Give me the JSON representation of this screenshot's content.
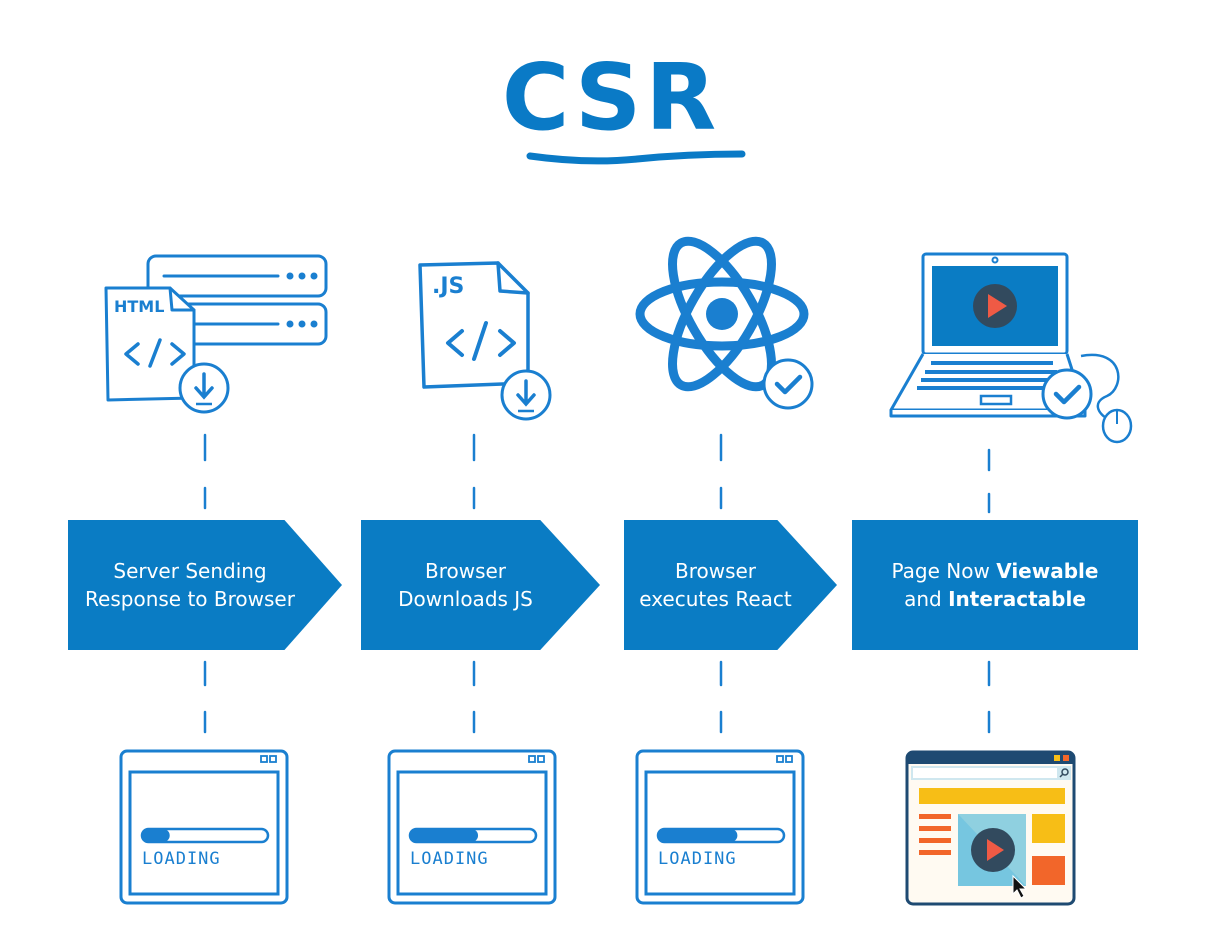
{
  "title": "CSR",
  "colors": {
    "primary": "#0a7cc4",
    "icon_stroke": "#1a7fd0",
    "play_dark": "#324a5e",
    "play_red": "#ef5a45",
    "yellow": "#f7be16",
    "orange": "#f2662a",
    "light_blue": "#8fd0e0"
  },
  "steps": [
    {
      "id": "server",
      "label_line1": "Server Sending",
      "label_line2": "Response to Browser",
      "icon": "html-file-server-download-icon",
      "icon_file_label": "HTML",
      "result": {
        "type": "loading",
        "label": "LOADING",
        "progress": 0.22
      }
    },
    {
      "id": "download-js",
      "label_line1": "Browser",
      "label_line2": "Downloads JS",
      "icon": "js-file-download-icon",
      "icon_file_label": ".JS",
      "result": {
        "type": "loading",
        "label": "LOADING",
        "progress": 0.54
      }
    },
    {
      "id": "execute-react",
      "label_line1": "Browser",
      "label_line2": "executes React",
      "icon": "react-atom-check-icon",
      "result": {
        "type": "loading",
        "label": "LOADING",
        "progress": 0.63
      }
    },
    {
      "id": "interactive",
      "label_line1_normal": "Page Now ",
      "label_line1_bold": "Viewable",
      "label_line2_normal": "and ",
      "label_line2_bold": "Interactable",
      "icon": "laptop-play-check-icon",
      "result": {
        "type": "rendered-page"
      }
    }
  ]
}
